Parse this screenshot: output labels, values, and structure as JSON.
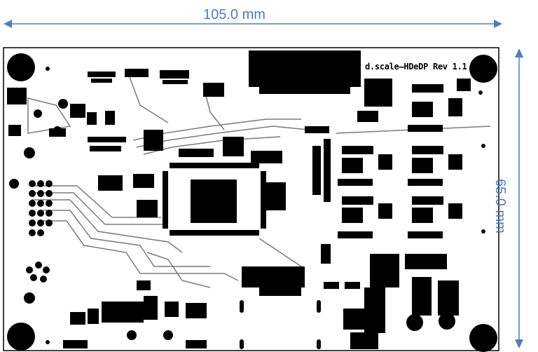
{
  "dimensions": {
    "width_label": "105.0 mm",
    "height_label": "65.0 mm"
  },
  "board": {
    "title": "d.scale–HDeDP  Rev  1.1"
  },
  "colors": {
    "dimension": "#4a7fc1",
    "copper": "#000000",
    "background": "#ffffff",
    "trace": "#7a7a7a"
  }
}
